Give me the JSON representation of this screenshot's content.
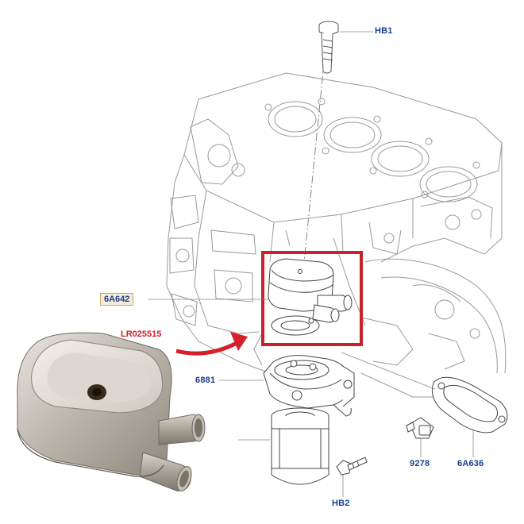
{
  "labels": {
    "hb1": "HB1",
    "hb2": "HB2",
    "part_6a642": "6A642",
    "part_6881": "6881",
    "part_9278": "9278",
    "part_6a636": "6A636",
    "lr_number": "LR025515"
  },
  "colors": {
    "label_blue": "#1a3d8f",
    "highlight_red": "#d4202a",
    "line_gray": "#9a9a9a",
    "label_box_bg": "#f4ecd8"
  }
}
